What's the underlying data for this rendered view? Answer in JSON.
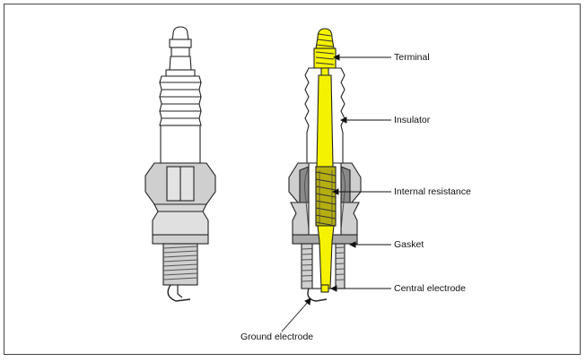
{
  "labels": {
    "terminal": "Terminal",
    "insulator": "Insulator",
    "internal_resistance": "Internal resistance",
    "gasket": "Gasket",
    "central_electrode": "Central electrode",
    "ground_electrode": "Ground electrode"
  },
  "colors": {
    "outline": "#222222",
    "body_fill": "#ffffff",
    "hex_fill": "#cfcfcf",
    "hex_face": "#e3e3e3",
    "thread_fill": "#d0d0d0",
    "shell_dark": "#8a8a8a",
    "conductor": "#f5f200",
    "resistor": "#b5ae10"
  }
}
